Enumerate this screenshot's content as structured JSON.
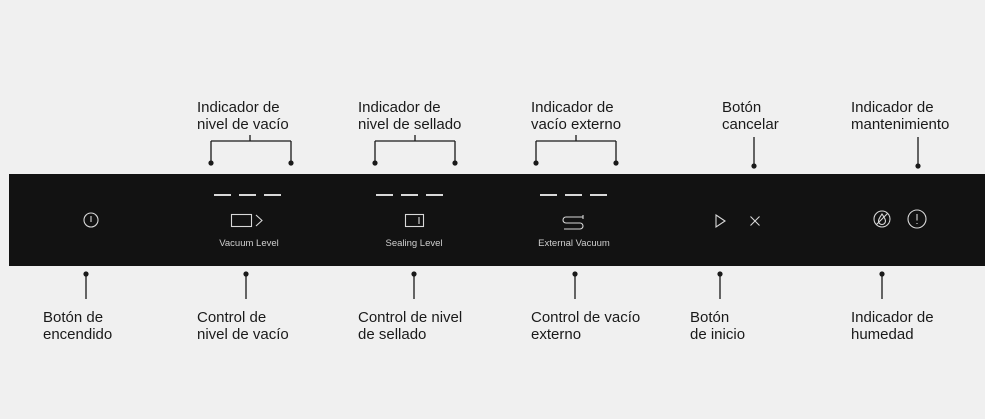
{
  "top_labels": {
    "vacuum_level_indicator": [
      "Indicador de",
      "nivel de vacío"
    ],
    "sealing_level_indicator": [
      "Indicador de",
      "nivel de sellado"
    ],
    "external_vacuum_indicator": [
      "Indicador de",
      "vacío externo"
    ],
    "cancel_button": [
      "Botón",
      "cancelar"
    ],
    "maintenance_indicator": [
      "Indicador de",
      "mantenimiento"
    ]
  },
  "bottom_labels": {
    "power_button": [
      "Botón de",
      "encendido"
    ],
    "vacuum_level_control": [
      "Control de",
      "nivel de vacío"
    ],
    "sealing_level_control": [
      "Control de nivel",
      "de sellado"
    ],
    "external_vacuum_control": [
      "Control de vacío",
      "externo"
    ],
    "start_button": [
      "Botón",
      "de inicio"
    ],
    "humidity_indicator": [
      "Indicador de",
      "humedad"
    ]
  },
  "panel": {
    "vacuum_level_caption": "Vacuum Level",
    "sealing_level_caption": "Sealing Level",
    "external_vacuum_caption": "External Vacuum"
  },
  "icons": {
    "power": "power-icon",
    "vacuum": "vacuum-level-icon",
    "sealing": "sealing-level-icon",
    "external": "external-vacuum-icon",
    "start": "play-icon",
    "cancel": "close-icon",
    "humidity": "no-moisture-icon",
    "maintenance": "alert-icon"
  },
  "colors": {
    "background": "#f0f0f0",
    "panel": "#121212",
    "text": "#1a1a1a",
    "panel_glyph": "#d8d8d8"
  }
}
